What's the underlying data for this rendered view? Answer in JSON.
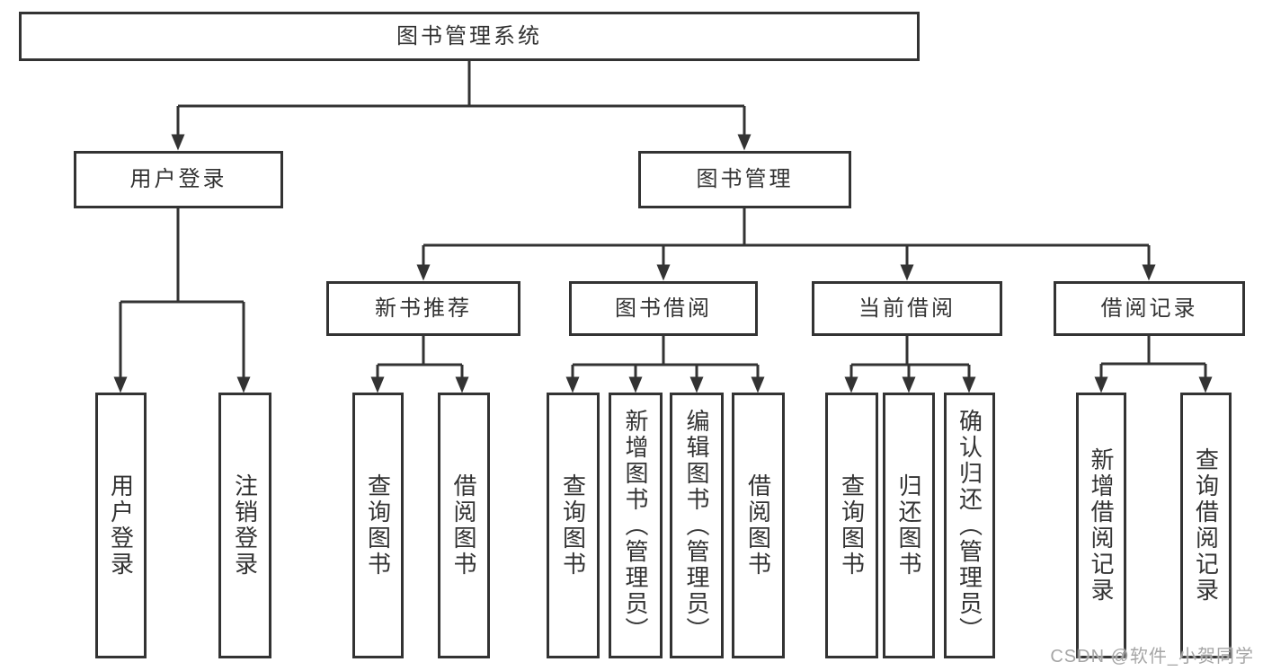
{
  "diagram_type": "hierarchy-tree",
  "colors": {
    "background": "#ffffff",
    "line": "#333333",
    "box_border": "#333333",
    "text": "#333333",
    "watermark": "#a6a6a6"
  },
  "tree": {
    "root": {
      "label": "图书管理系统",
      "children": [
        {
          "label": "用户登录",
          "children": [
            {
              "label": "用户登录"
            },
            {
              "label": "注销登录"
            }
          ]
        },
        {
          "label": "图书管理",
          "children": [
            {
              "label": "新书推荐",
              "children": [
                {
                  "label": "查询图书"
                },
                {
                  "label": "借阅图书"
                }
              ]
            },
            {
              "label": "图书借阅",
              "children": [
                {
                  "label": "查询图书"
                },
                {
                  "label": "新增图书（管理员）"
                },
                {
                  "label": "编辑图书（管理员）"
                },
                {
                  "label": "借阅图书"
                }
              ]
            },
            {
              "label": "当前借阅",
              "children": [
                {
                  "label": "查询图书"
                },
                {
                  "label": "归还图书"
                },
                {
                  "label": "确认归还（管理员）"
                }
              ]
            },
            {
              "label": "借阅记录",
              "children": [
                {
                  "label": "新增借阅记录"
                },
                {
                  "label": "查询借阅记录"
                }
              ]
            }
          ]
        }
      ]
    }
  },
  "watermark": {
    "text": "CSDN @软件_小贺同学"
  }
}
